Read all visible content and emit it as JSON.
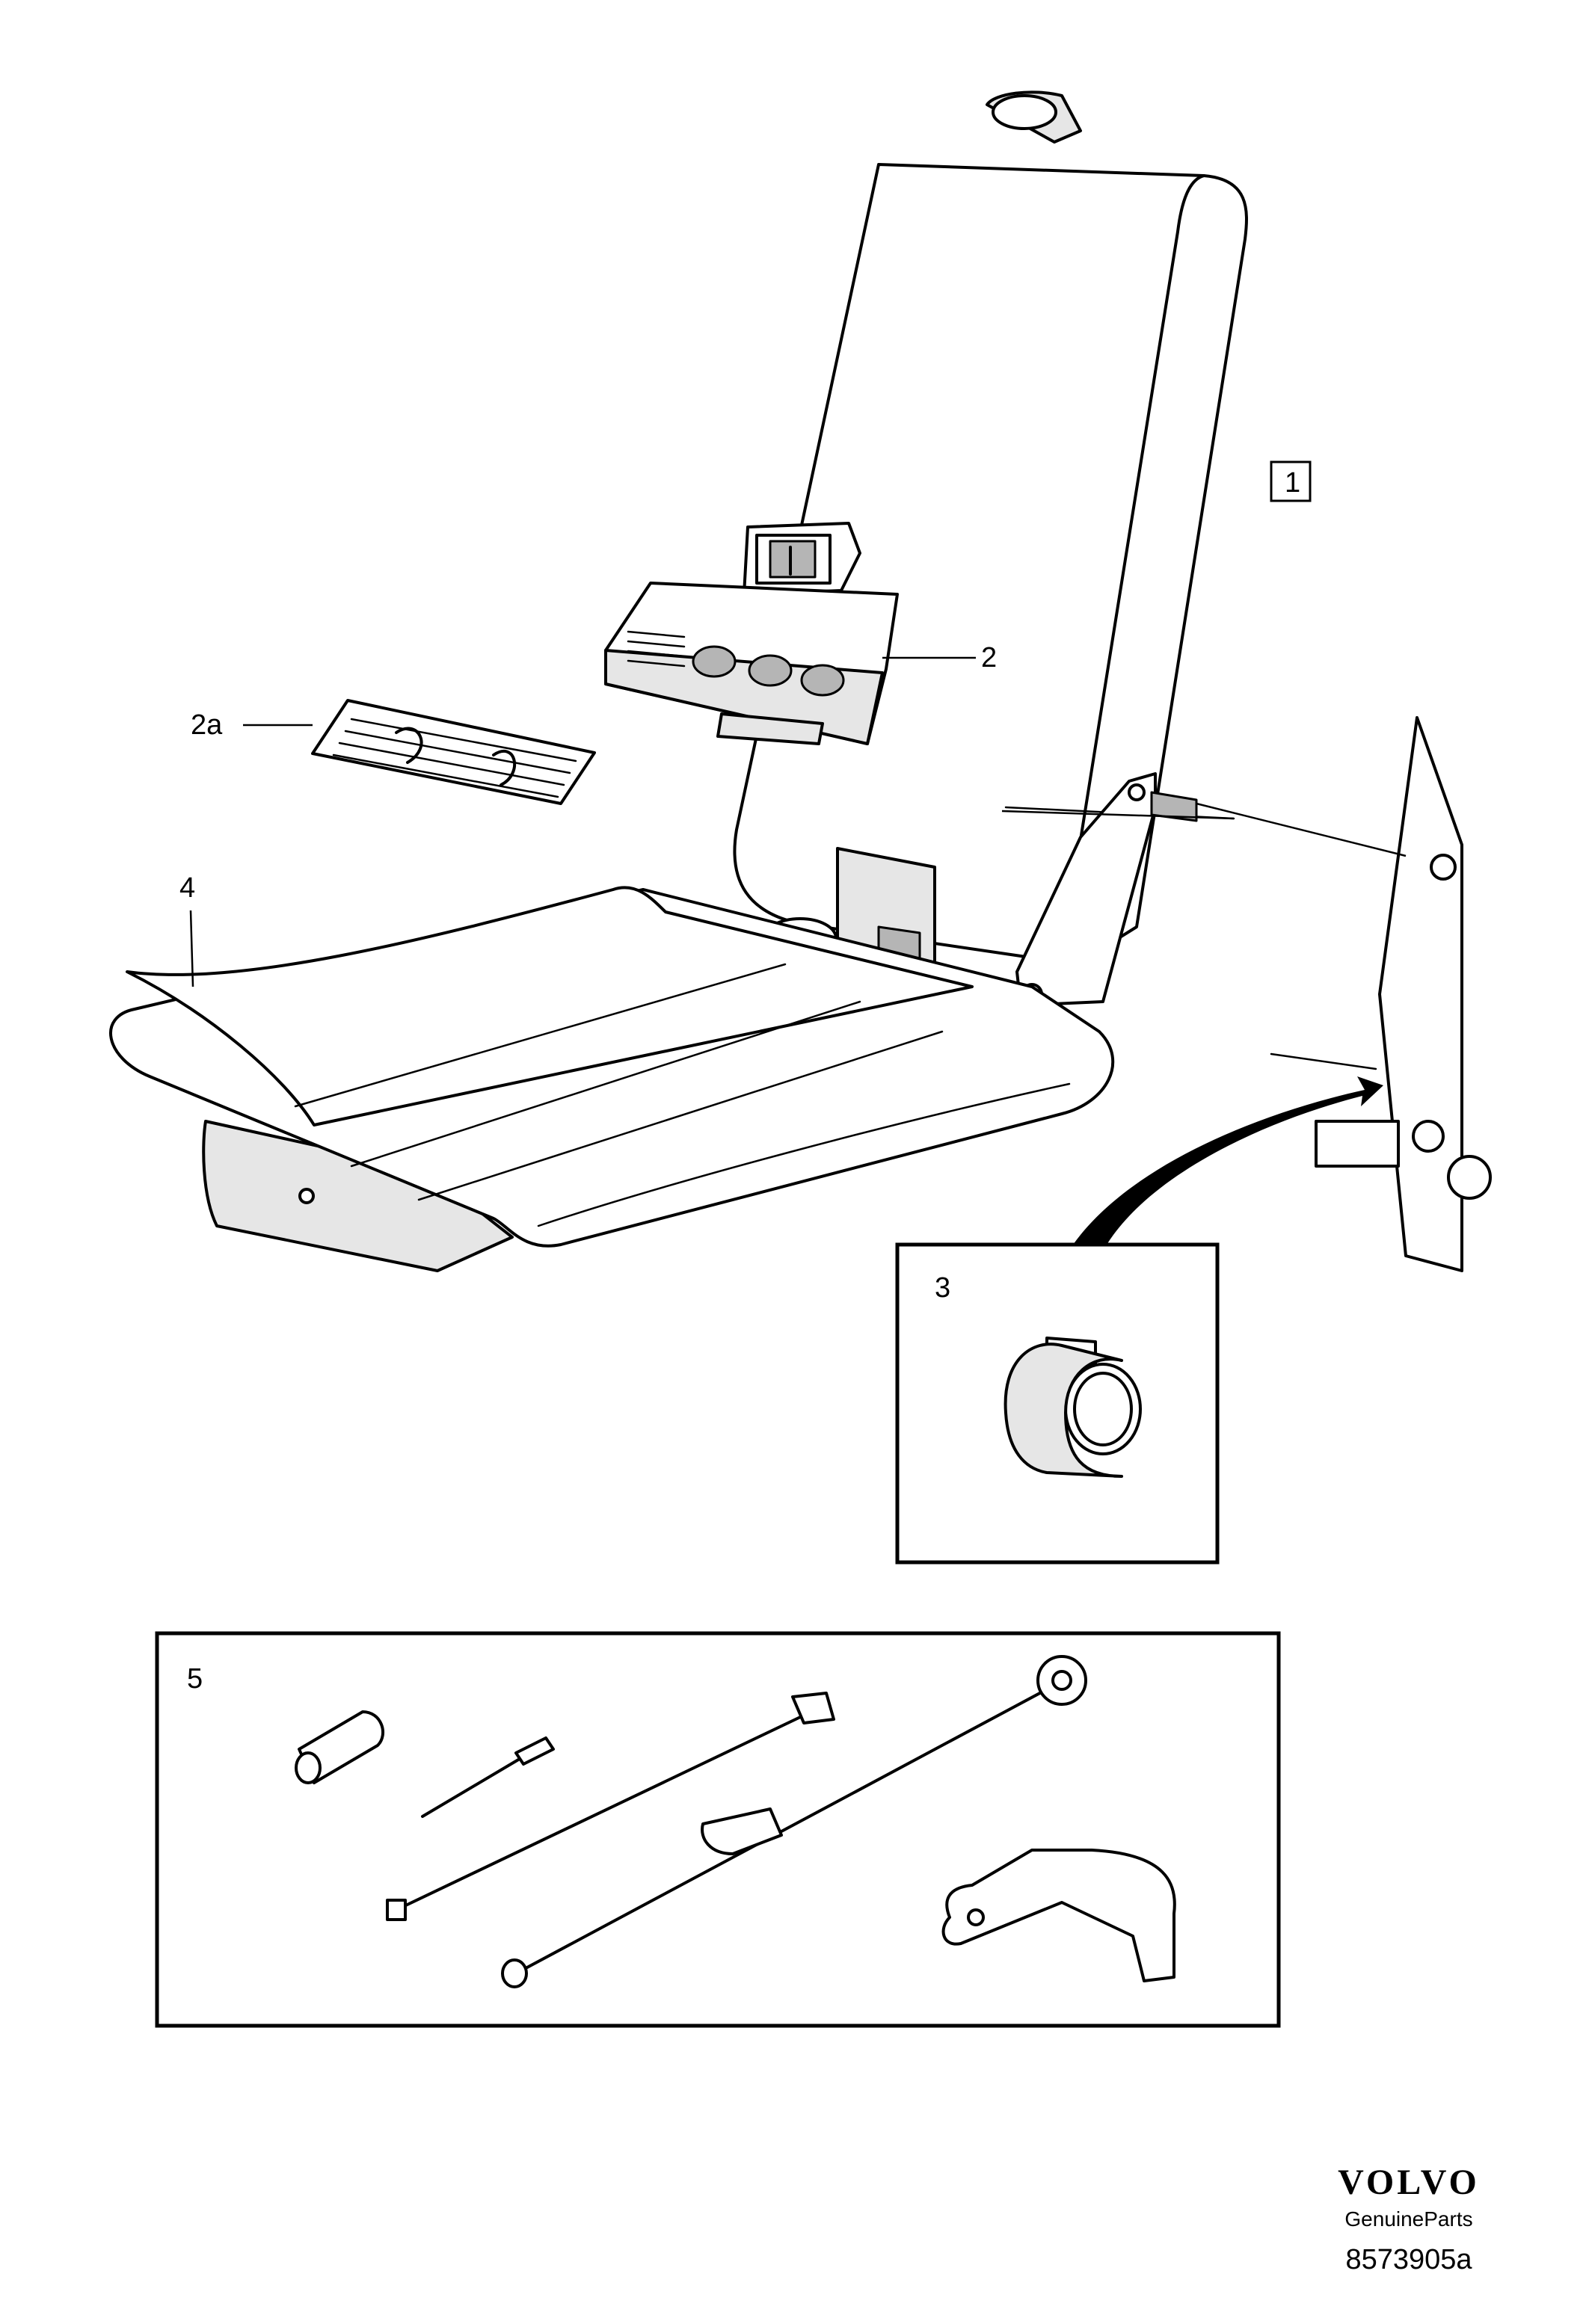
{
  "callouts": {
    "main_box": "1",
    "control_panel": "2",
    "label_sticker": "2a",
    "bushing": "3",
    "cushion_cover": "4",
    "kit": "5"
  },
  "footer": {
    "brand": "VOLVO",
    "tagline": "GenuineParts",
    "diagram_code": "8573905a"
  }
}
